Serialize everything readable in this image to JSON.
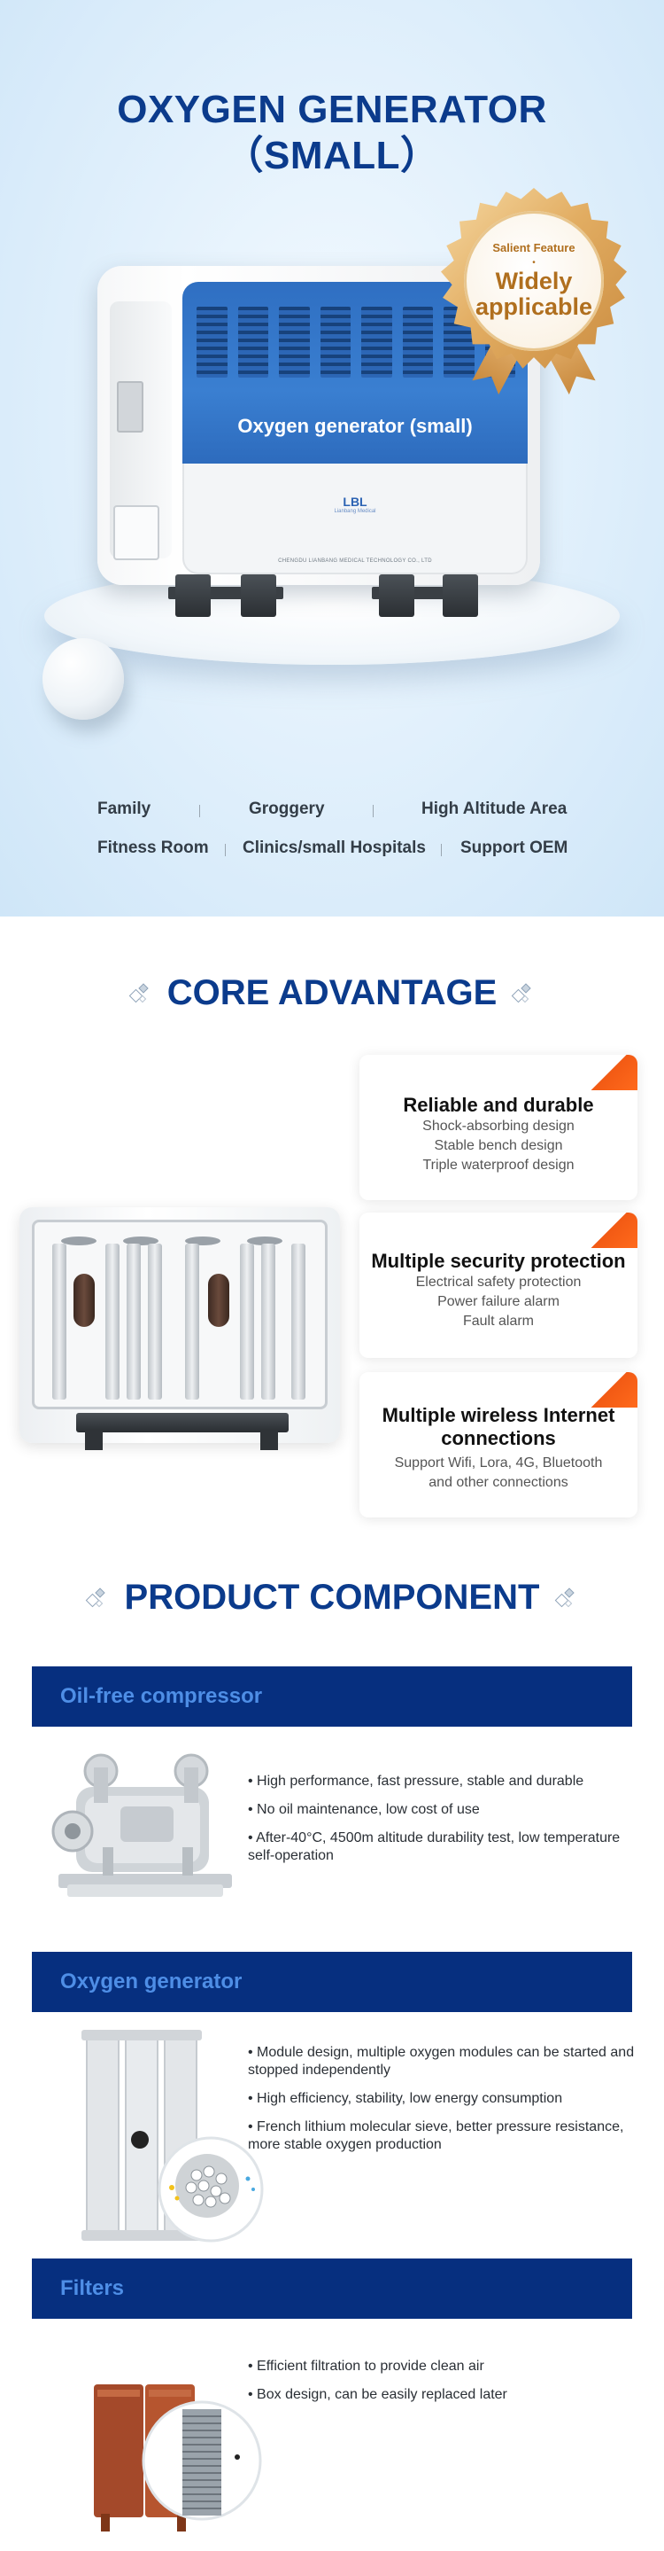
{
  "hero": {
    "title_line1": "OXYGEN GENERATOR",
    "title_line2": "（SMALL）",
    "machine_label": "Oxygen generator (small)",
    "machine_logo": "LBL",
    "machine_logo_sub": "Lianbang Medical",
    "machine_company": "CHENGDU LIANBANG MEDICAL TECHNOLOGY CO., LTD",
    "badge": {
      "small_text": "Salient Feature",
      "dot": "•",
      "big_line1": "Widely",
      "big_line2": "applicable"
    },
    "applications_row1": [
      "Family",
      "Groggery",
      "High Altitude Area"
    ],
    "applications_row2": [
      "Fitness Room",
      "Clinics/small Hospitals",
      "Support OEM"
    ]
  },
  "core": {
    "title": "CORE ADVANTAGE",
    "cards": [
      {
        "title": "Reliable and durable",
        "lines": [
          "Shock-absorbing design",
          "Stable bench design",
          "Triple waterproof design"
        ]
      },
      {
        "title": "Multiple security protection",
        "lines": [
          "Electrical safety protection",
          "Power failure alarm",
          "Fault alarm"
        ]
      },
      {
        "title_line1": "Multiple wireless Internet",
        "title_line2": "connections",
        "lines": [
          "Support Wifi, Lora, 4G, Bluetooth",
          "and other connections"
        ]
      }
    ]
  },
  "components": {
    "title": "PRODUCT COMPONENT",
    "items": [
      {
        "name": "Oil-free compressor",
        "bullets": [
          "• High performance, fast pressure, stable and durable",
          "• No oil maintenance, low cost of use",
          "• After-40°C, 4500m altitude durability test, low temperature self-operation"
        ]
      },
      {
        "name": "Oxygen generator",
        "bullets": [
          "• Module design, multiple oxygen modules can be started and stopped independently",
          "• High efficiency, stability, low energy consumption",
          "• French lithium molecular sieve, better pressure resistance, more stable oxygen production"
        ]
      },
      {
        "name": "Filters",
        "bullets": [
          "• Efficient filtration to provide clean air",
          "• Box design, can be easily replaced later"
        ]
      }
    ]
  },
  "colors": {
    "brand_navy": "#0b3b8c",
    "bar_navy": "#062f7f",
    "bar_text": "#4e8ee6",
    "accent_orange": "#f25a14",
    "machine_blue": "#2f6fc2"
  }
}
